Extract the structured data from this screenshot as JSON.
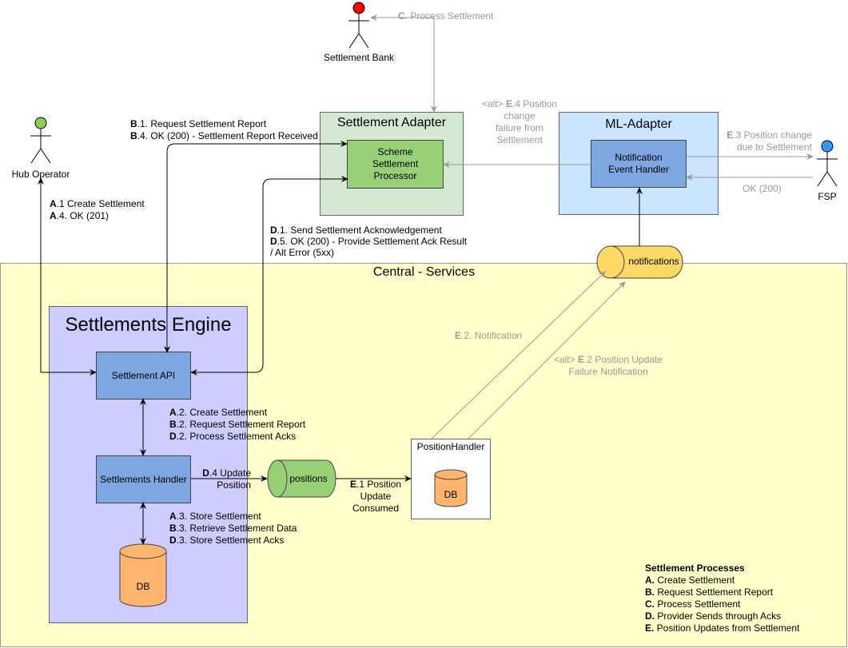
{
  "colors": {
    "central_bg": "#ffffcc",
    "engine_bg": "#ccccff",
    "adapter_bg": "#d5e8d4",
    "ml_bg": "#cce5ff",
    "api_box": "#7ea6e0",
    "processor_box": "#97d077",
    "db_orange": "#ffb570",
    "positions_green": "#97d077",
    "notifications_yellow": "#ffd966",
    "actor_red": "#ff0000",
    "actor_green": "#8fce4f",
    "actor_blue": "#3399ff"
  },
  "actors": {
    "settlement_bank": "Settlement Bank",
    "hub_operator": "Hub Operator",
    "fsp": "FSP"
  },
  "containers": {
    "central_services": "Central - Services",
    "settlements_engine": "Settlements Engine",
    "settlement_adapter": "Settlement Adapter",
    "ml_adapter": "ML-Adapter",
    "position_handler": "PositionHandler"
  },
  "boxes": {
    "scheme_processor": "Scheme Settlement Processor",
    "notification_handler": "Notification Event Handler",
    "settlement_api": "Settlement API",
    "settlements_handler": "Settlements Handler",
    "db_engine": "DB",
    "db_position": "DB",
    "positions_topic": "positions",
    "notifications_topic": "notifications"
  },
  "labels": {
    "c_process": {
      "bold": "C",
      "rest": ". Process Settlement"
    },
    "b1": {
      "bold": "B",
      "rest": ".1. Request Settlement Report"
    },
    "b4": {
      "bold": "B",
      "rest": ".4. OK (200) - Settlement Report Received"
    },
    "a1": {
      "bold": "A",
      "rest": ".1 Create Settlement"
    },
    "a4": {
      "bold": "A",
      "rest": ".4. OK (201)"
    },
    "d1": {
      "bold": "D",
      "rest": ".1. Send Settlement Acknowledgement"
    },
    "d5": {
      "bold": "D",
      "rest": ".5. OK (200) - Provide Settlement Ack Result"
    },
    "d5_cont": " / Alt Error (5xx)",
    "e4_alt": "<alt>",
    "e4_bold": "E",
    "e4_line1": ".4 Position",
    "e4_line2": "change",
    "e4_line3": "failure from",
    "e4_line4": "Settlement",
    "e3_bold": "E",
    "e3_line1": ".3 Position change",
    "e3_line2": "due to Settlement",
    "ok200": "OK (200)",
    "e2_notification": {
      "bold": "E",
      "rest": ".2. Notification"
    },
    "e2_alt": "<alt>",
    "e2_alt_bold": "E",
    "e2_alt_line1": ".2 Position Update",
    "e2_alt_line2": "Failure Notification",
    "a2": {
      "bold": "A",
      "rest": ".2. Create Settlement"
    },
    "b2": {
      "bold": "B",
      "rest": ".2. Request Settlement Report"
    },
    "d2": {
      "bold": "D",
      "rest": ".2. Process Settlement Acks"
    },
    "d4_bold": "D",
    "d4_line1": ".4 Update",
    "d4_line2": "Position",
    "e1_bold": "E",
    "e1_line1": ".1 Position",
    "e1_line2": "Update",
    "e1_line3": "Consumed",
    "a3": {
      "bold": "A",
      "rest": ".3. Store Settlement"
    },
    "b3": {
      "bold": "B",
      "rest": ".3. Retrieve Settlement Data"
    },
    "d3": {
      "bold": "D",
      "rest": ".3. Store Settlement Acks"
    }
  },
  "legend": {
    "title": "Settlement Processes",
    "items": [
      {
        "key": "A.",
        "text": " Create Settlement"
      },
      {
        "key": "B.",
        "text": " Request Settlement Report"
      },
      {
        "key": "C.",
        "text": " Process Settlement"
      },
      {
        "key": "D.",
        "text": " Provider Sends through Acks"
      },
      {
        "key": "E.",
        "text": " Position Updates from Settlement"
      }
    ]
  }
}
